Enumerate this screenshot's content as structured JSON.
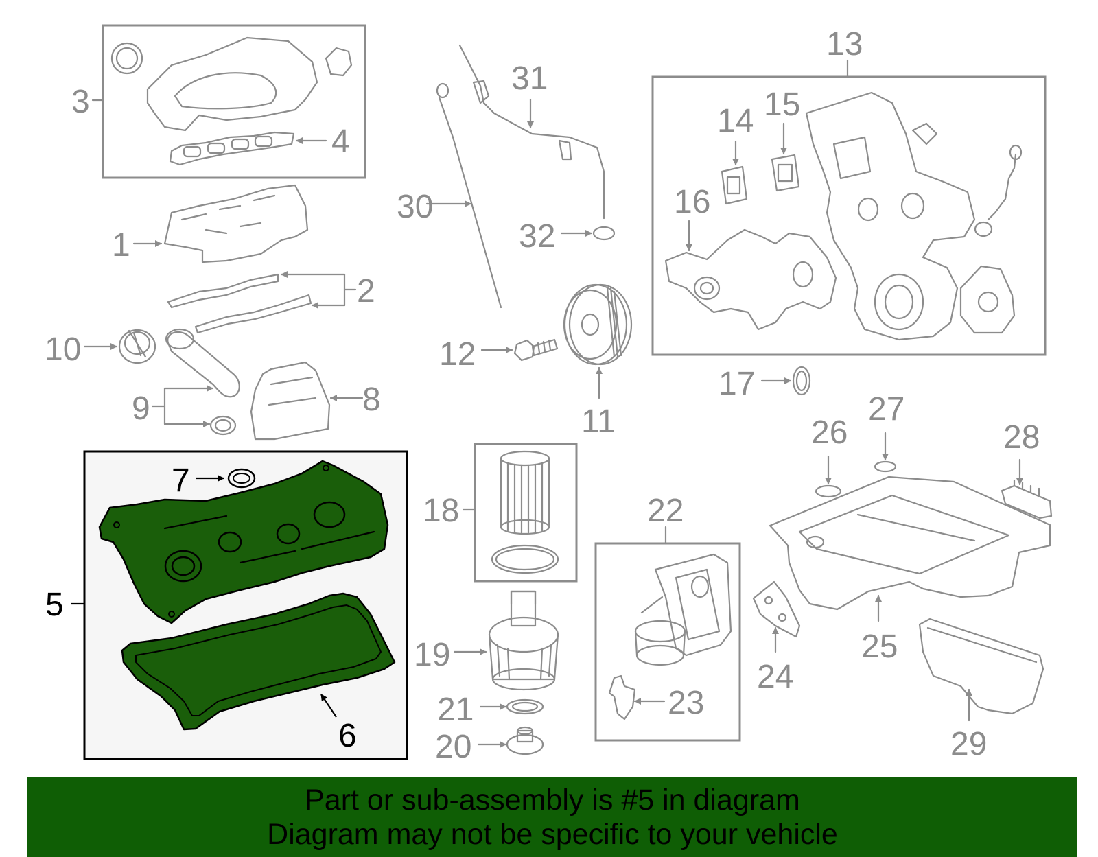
{
  "banner": {
    "line1": "Part or sub-assembly is #5 in diagram",
    "line2": "Diagram may not be specific to your vehicle"
  },
  "highlight_color": "#1a5e0a",
  "banner_color": "#0f5e05",
  "callouts": {
    "c1": "1",
    "c2": "2",
    "c3": "3",
    "c4": "4",
    "c5": "5",
    "c6": "6",
    "c7": "7",
    "c8": "8",
    "c9": "9",
    "c10": "10",
    "c11": "11",
    "c12": "12",
    "c13": "13",
    "c14": "14",
    "c15": "15",
    "c16": "16",
    "c17": "17",
    "c18": "18",
    "c19": "19",
    "c20": "20",
    "c21": "21",
    "c22": "22",
    "c23": "23",
    "c24": "24",
    "c25": "25",
    "c26": "26",
    "c27": "27",
    "c28": "28",
    "c29": "29",
    "c30": "30",
    "c31": "31",
    "c32": "32"
  }
}
